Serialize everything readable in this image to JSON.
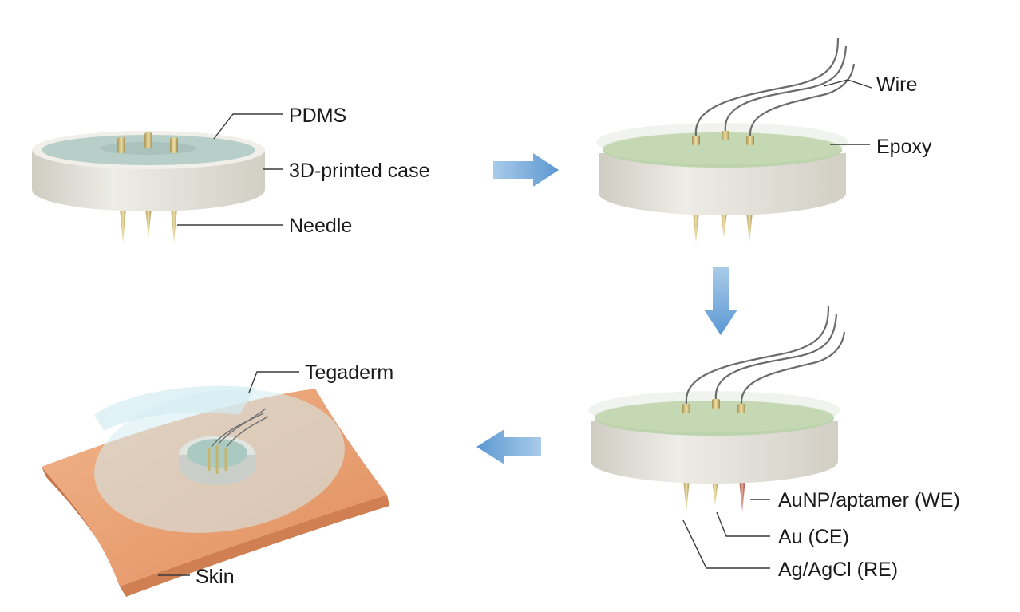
{
  "labels": {
    "pdms": "PDMS",
    "case": "3D-printed case",
    "needle": "Needle",
    "wire": "Wire",
    "epoxy": "Epoxy",
    "we": "AuNP/aptamer (WE)",
    "ce": "Au (CE)",
    "re": "Ag/AgCl (RE)",
    "tegaderm": "Tegaderm",
    "skin": "Skin"
  },
  "colors": {
    "case_body": "#e6e4dc",
    "pdms_top": "#b7cfc8",
    "epoxy_top": "#bcd3ad",
    "needle": "#d9c98f",
    "we_needle": "#c97b6b",
    "skin": "#e99f70",
    "tegaderm": "#d4ecf2",
    "arrow": "#6aa5d8"
  }
}
